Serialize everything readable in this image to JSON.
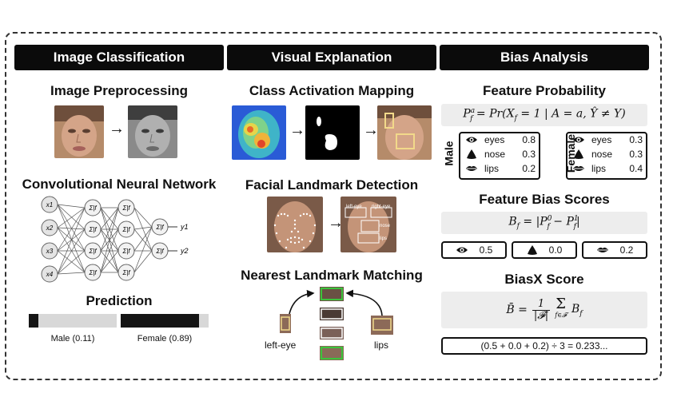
{
  "panels": {
    "image_classification": "Image Classification",
    "visual_explanation": "Visual Explanation",
    "bias_analysis": "Bias Analysis"
  },
  "classification": {
    "preprocessing_title": "Image Preprocessing",
    "cnn_title": "Convolutional Neural Network",
    "prediction_title": "Prediction",
    "inputs": [
      "x1",
      "x2",
      "x3",
      "x4"
    ],
    "outputs": [
      "y1",
      "y2"
    ],
    "male_label": "Male (0.11)",
    "female_label": "Female (0.89)",
    "male_prob": 0.11,
    "female_prob": 0.89
  },
  "explanation": {
    "cam_title": "Class Activation Mapping",
    "landmark_title": "Facial Landmark Detection",
    "landmark_labels": {
      "left_eye": "left-eye",
      "right_eye": "right-eye",
      "nose": "nose",
      "lips": "lips"
    },
    "matching_title": "Nearest Landmark Matching",
    "matching_left": "left-eye",
    "matching_right": "lips"
  },
  "bias": {
    "feature_prob_title": "Feature Probability",
    "feature_prob_formula": "P_f^a = Pr(X_f = 1 | A = a, Ŷ ≠ Y)",
    "male_label": "Male",
    "female_label": "Female",
    "male": [
      {
        "icon": "eye-icon",
        "name": "eyes",
        "value": "0.8"
      },
      {
        "icon": "nose-icon",
        "name": "nose",
        "value": "0.3"
      },
      {
        "icon": "lips-icon",
        "name": "lips",
        "value": "0.2"
      }
    ],
    "female": [
      {
        "icon": "eye-icon",
        "name": "eyes",
        "value": "0.3"
      },
      {
        "icon": "nose-icon",
        "name": "nose",
        "value": "0.3"
      },
      {
        "icon": "lips-icon",
        "name": "lips",
        "value": "0.4"
      }
    ],
    "feature_bias_title": "Feature Bias Scores",
    "feature_bias_formula": "B_f = |P_f^0 − P_f^1|",
    "scores": [
      {
        "icon": "eye-icon",
        "value": "0.5"
      },
      {
        "icon": "nose-icon",
        "value": "0.0"
      },
      {
        "icon": "lips-icon",
        "value": "0.2"
      }
    ],
    "biasx_title": "BiasX Score",
    "biasx_formula": "B̄ = 1/|F| Σ B_f",
    "biasx_sum_index": "f∈F",
    "computation": "(0.5 + 0.0 + 0.2) ÷ 3 = 0.233..."
  },
  "colors": {
    "banner": "#0b0b0b",
    "formula_bg": "#ededed",
    "highlight": "#f2d98a",
    "green": "#3cc43c"
  }
}
